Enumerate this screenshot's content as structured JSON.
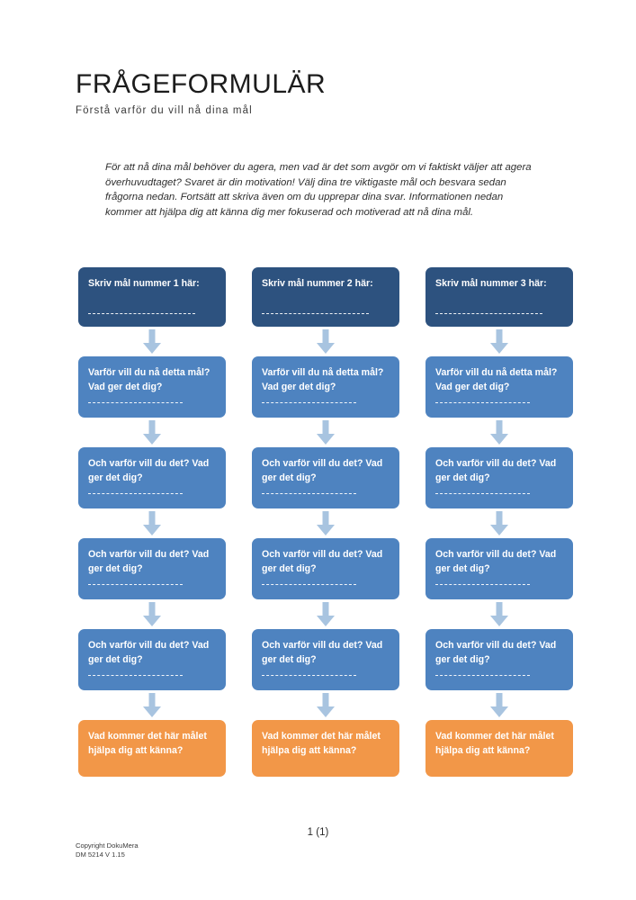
{
  "document": {
    "title": "FRÅGEFORMULÄR",
    "subtitle": "Förstå varför du vill nå dina mål",
    "intro": "För att nå dina mål behöver du agera, men vad är det som avgör om vi faktiskt väljer att agera överhuvudtaget? Svaret är din motivation! Välj dina tre viktigaste mål och besvara sedan frågorna nedan. Fortsätt att skriva även om du upprepar dina svar. Informationen nedan kommer att hjälpa dig att känna dig mer fokuserad och motiverad att nå dina mål."
  },
  "colors": {
    "goal_box": "#2d527f",
    "question_box": "#4e83c0",
    "outcome_box": "#f29748",
    "arrow": "#a8c4e0",
    "page_background": "#ffffff"
  },
  "flow": {
    "columns": [
      {
        "goal": "Skriv mål nummer 1 här:",
        "why": "Varför vill du nå detta mål? Vad ger det dig?",
        "steps": [
          "Och varför vill du det? Vad ger det dig?",
          "Och varför vill du det? Vad ger det dig?",
          "Och varför vill du det? Vad ger det dig?"
        ],
        "feel": "Vad kommer det här målet hjälpa dig att känna?"
      },
      {
        "goal": "Skriv mål nummer 2 här:",
        "why": "Varför vill du nå detta mål? Vad ger det dig?",
        "steps": [
          "Och varför vill du det? Vad ger det dig?",
          "Och varför vill du det? Vad ger det dig?",
          "Och varför vill du det? Vad ger det dig?"
        ],
        "feel": "Vad kommer det här målet hjälpa dig att känna?"
      },
      {
        "goal": "Skriv mål nummer 3 här:",
        "why": "Varför vill du nå detta mål? Vad ger det dig?",
        "steps": [
          "Och varför vill du det? Vad ger det dig?",
          "Och varför vill du det? Vad ger det dig?",
          "Och varför vill du det? Vad ger det dig?"
        ],
        "feel": "Vad kommer det här målet hjälpa dig att känna?"
      }
    ]
  },
  "footer": {
    "page_number": "1 (1)",
    "copyright": "Copyright DokuMera",
    "document_id": "DM 5214 V 1.15"
  }
}
